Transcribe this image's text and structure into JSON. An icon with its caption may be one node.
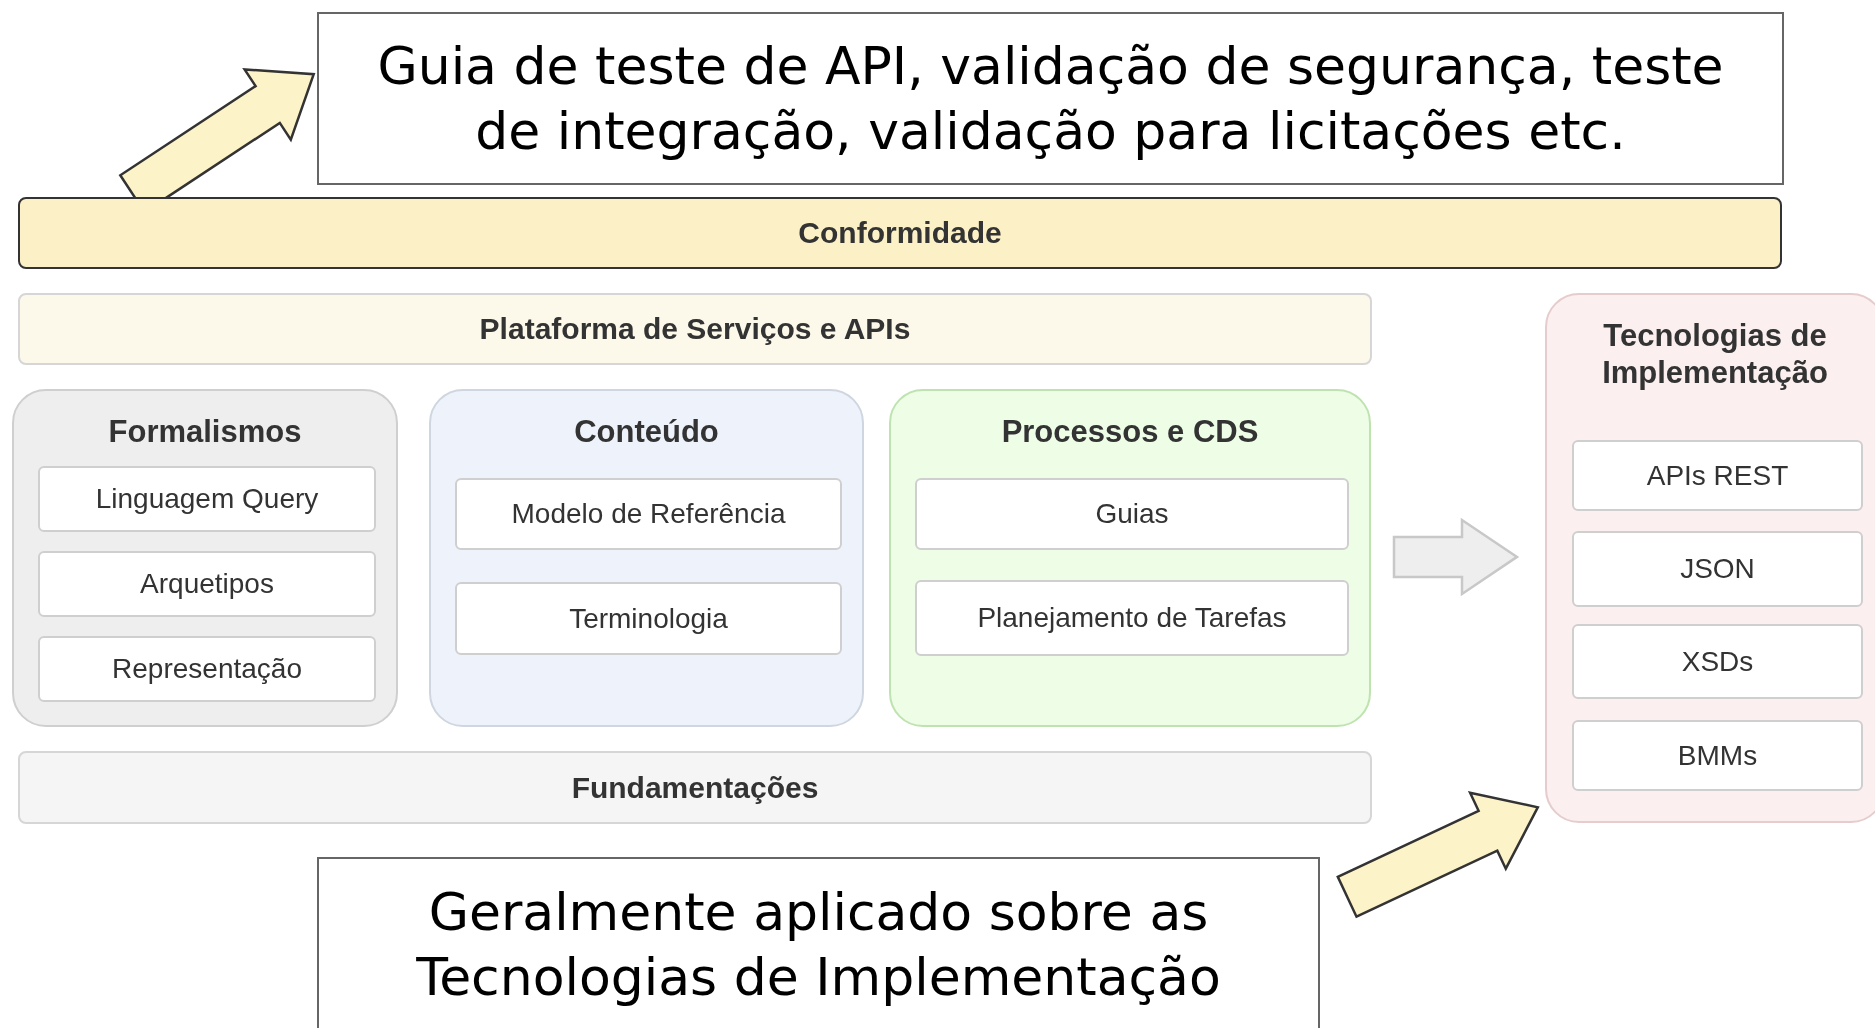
{
  "diagram": {
    "nodes": [
      {
        "text": [
          "Guia de teste de API, validação de segurança, teste de integração, validação para licitações etc."
        ]
      },
      {
        "text": [
          "Conformidade"
        ]
      },
      {
        "text": [
          "Plataforma de Serviços e APIs"
        ]
      },
      {
        "text": [
          "Formalismos"
        ]
      },
      {
        "text": [
          "Linguagem Query"
        ],
        "in": 3
      },
      {
        "text": [
          "Arquetipos"
        ],
        "in": 3
      },
      {
        "text": [
          "Representação"
        ],
        "in": 3
      },
      {
        "text": [
          "Conteúdo"
        ]
      },
      {
        "text": [
          "Modelo de Referência"
        ],
        "in": 7
      },
      {
        "text": [
          "Terminologia"
        ],
        "in": 7
      },
      {
        "text": [
          "Processos e CDS"
        ]
      },
      {
        "text": [
          "Guias"
        ],
        "in": 10
      },
      {
        "text": [
          "Planejamento de Tarefas"
        ],
        "in": 10
      },
      {
        "text": [
          "Fundamentações"
        ]
      },
      {
        "text": [
          "Tecnologias de Implementação"
        ]
      },
      {
        "text": [
          "APIs REST"
        ],
        "in": 14
      },
      {
        "text": [
          "JSON"
        ],
        "in": 14
      },
      {
        "text": [
          "XSDs"
        ],
        "in": 14
      },
      {
        "text": [
          "BMMs"
        ],
        "in": 14
      },
      {
        "text": [
          "Geralmente aplicado sobre as Tecnologias de Implementação"
        ]
      }
    ],
    "edges": [
      {
        "from": 1,
        "to": 0,
        "arrow": "to"
      },
      {
        "from": 10,
        "to": 14,
        "arrow": "to",
        "color": "#eeeeee"
      },
      {
        "from": 19,
        "to": 14,
        "arrow": "to"
      }
    ]
  }
}
